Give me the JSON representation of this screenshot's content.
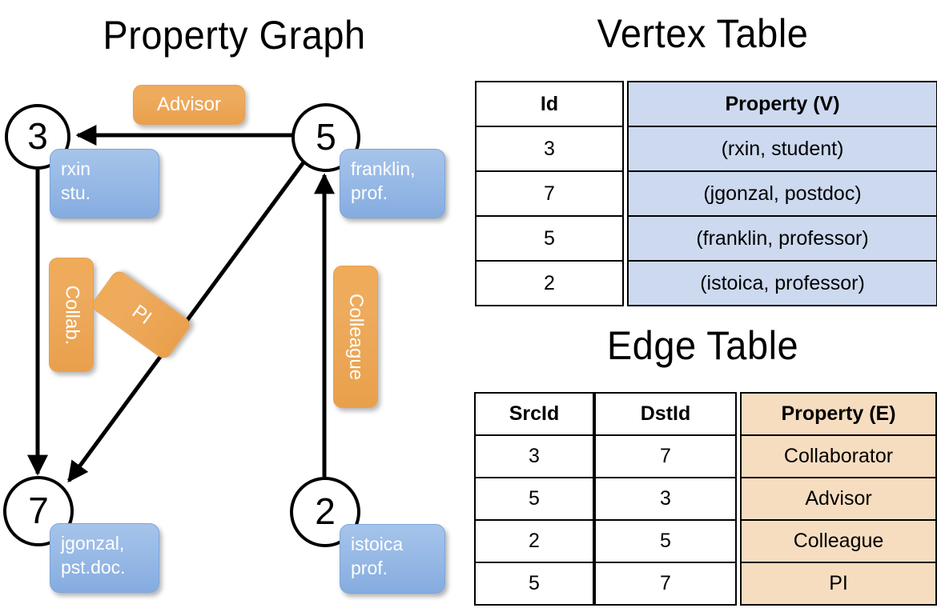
{
  "titles": {
    "property_graph": "Property Graph",
    "vertex_table": "Vertex Table",
    "edge_table": "Edge Table"
  },
  "graph": {
    "nodes": [
      {
        "id": "3",
        "property": "rxin\nstu."
      },
      {
        "id": "5",
        "property": "franklin,\nprof."
      },
      {
        "id": "7",
        "property": "jgonzal,\npst.doc."
      },
      {
        "id": "2",
        "property": "istoica\nprof."
      }
    ],
    "edge_labels": [
      {
        "label": "Advisor",
        "from": "5",
        "to": "3"
      },
      {
        "label": "Collab.",
        "from": "3",
        "to": "7"
      },
      {
        "label": "PI",
        "from": "5",
        "to": "7"
      },
      {
        "label": "Colleague",
        "from": "2",
        "to": "5"
      }
    ],
    "colors": {
      "vertex_box": "#9bbce7",
      "edge_box": "#eeab5e",
      "stroke": "#000000",
      "node_fill": "#ffffff"
    }
  },
  "vertex_table": {
    "headers": [
      "Id",
      "Property (V)"
    ],
    "rows": [
      {
        "id": "3",
        "property": "(rxin, student)"
      },
      {
        "id": "7",
        "property": "(jgonzal, postdoc)"
      },
      {
        "id": "5",
        "property": "(franklin, professor)"
      },
      {
        "id": "2",
        "property": "(istoica, professor)"
      }
    ],
    "shade": "#ccd9ef"
  },
  "edge_table": {
    "headers": [
      "SrcId",
      "DstId",
      "Property (E)"
    ],
    "rows": [
      {
        "src": "3",
        "dst": "7",
        "property": "Collaborator"
      },
      {
        "src": "5",
        "dst": "3",
        "property": "Advisor"
      },
      {
        "src": "2",
        "dst": "5",
        "property": "Colleague"
      },
      {
        "src": "5",
        "dst": "7",
        "property": "PI"
      }
    ],
    "shade": "#f7ddc0"
  }
}
